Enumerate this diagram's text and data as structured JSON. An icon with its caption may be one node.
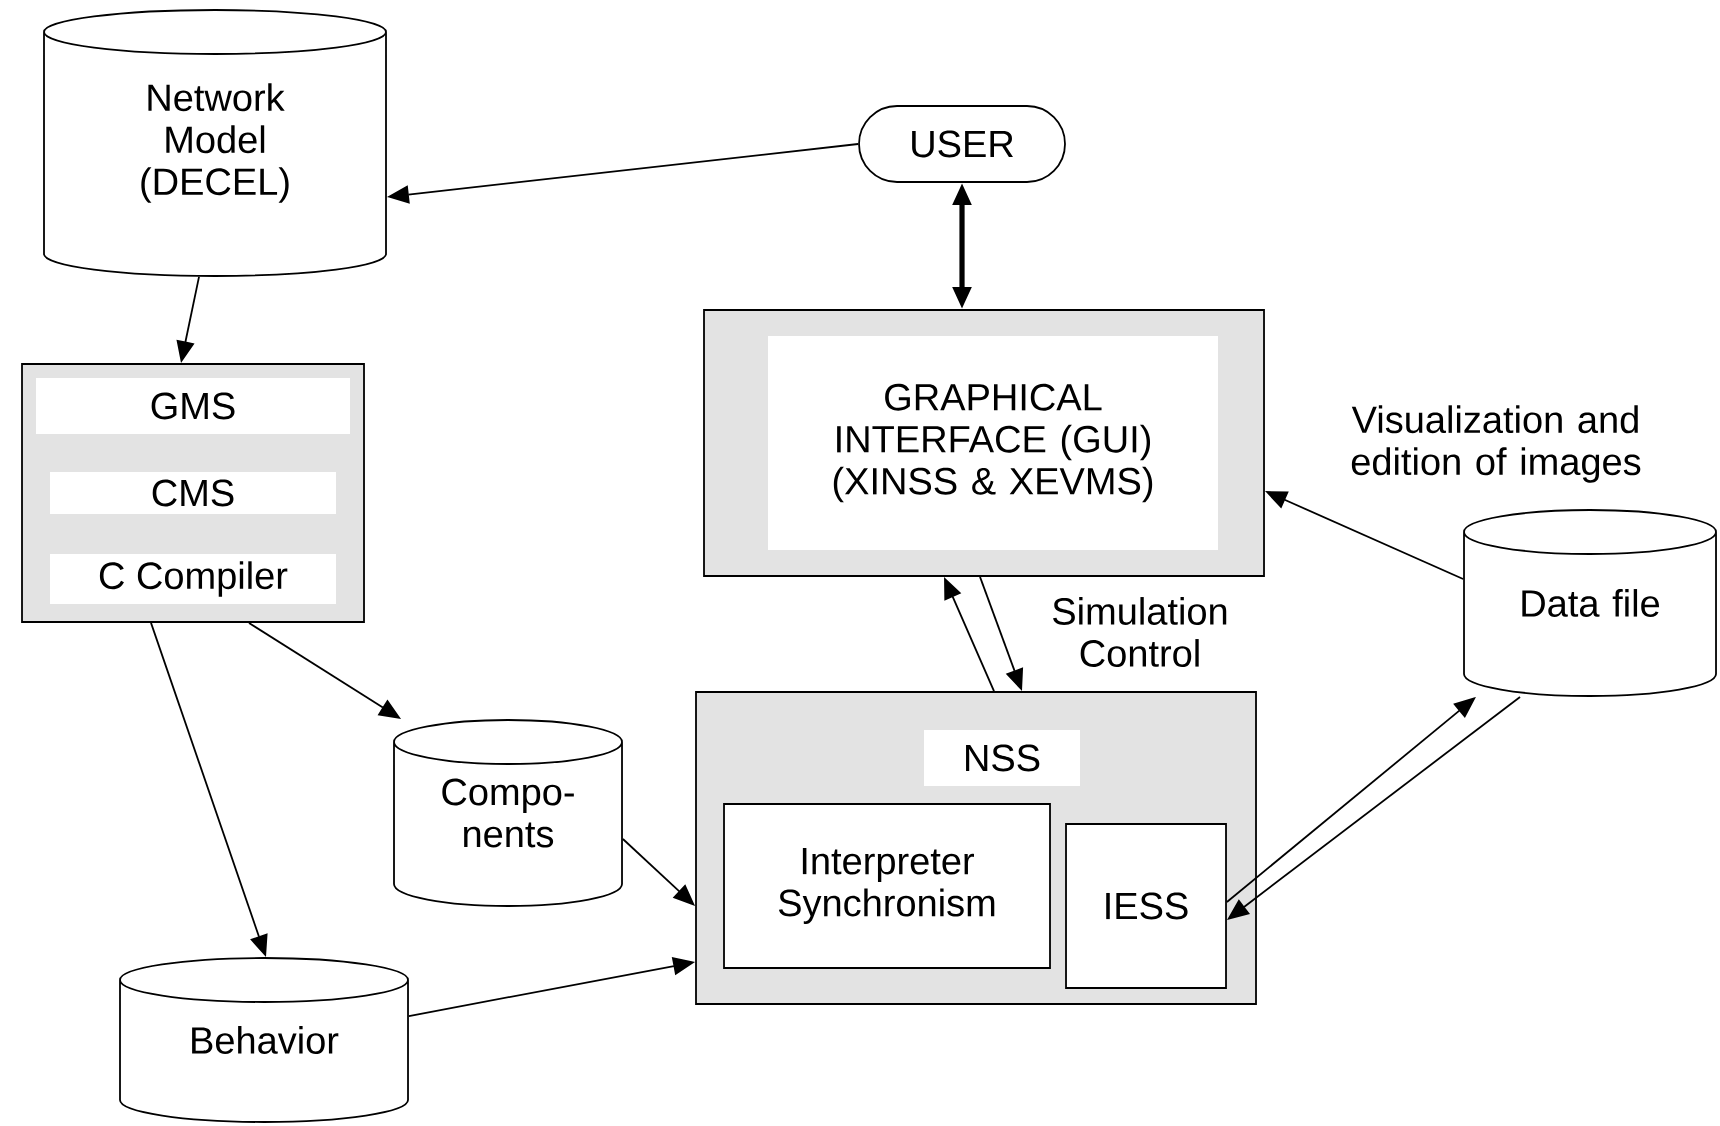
{
  "diagram": {
    "nodes": [
      {
        "text": [
          "Network Model (DECEL)"
        ]
      },
      {
        "text": [
          "USER"
        ]
      },
      {
        "text": [
          "GMS",
          "CMS",
          "C Compiler"
        ]
      },
      {
        "text": [
          "GRAPHICAL INTERFACE (GUI) (XINSS & XEVMS)"
        ]
      },
      {
        "text": [
          "Data file"
        ]
      },
      {
        "text": [
          "Compo- nents"
        ]
      },
      {
        "text": [
          "NSS"
        ]
      },
      {
        "text": [
          "Interpreter Synchronism"
        ],
        "in": 6
      },
      {
        "text": [
          "IESS"
        ],
        "in": 6
      },
      {
        "text": [
          "Behavior"
        ]
      }
    ],
    "edges": [
      {
        "from": 1,
        "to": 0,
        "arrow": "to"
      },
      {
        "from": 0,
        "to": 2,
        "arrow": "to"
      },
      {
        "from": 1,
        "to": 3,
        "arrow": "both",
        "style": "thick"
      },
      {
        "from": 4,
        "to": 3,
        "arrow": "to",
        "label": "Visualization and edition of images"
      },
      {
        "from": 6,
        "to": 3,
        "arrow": "to"
      },
      {
        "from": 3,
        "to": 6,
        "arrow": "to",
        "label": "Simulation Control"
      },
      {
        "from": 2,
        "to": 5,
        "arrow": "to"
      },
      {
        "from": 2,
        "to": 9,
        "arrow": "to"
      },
      {
        "from": 5,
        "to": 6,
        "arrow": "to"
      },
      {
        "from": 9,
        "to": 6,
        "arrow": "to"
      },
      {
        "from": 8,
        "to": 4,
        "arrow": "to"
      },
      {
        "from": 4,
        "to": 8,
        "arrow": "to"
      }
    ]
  }
}
